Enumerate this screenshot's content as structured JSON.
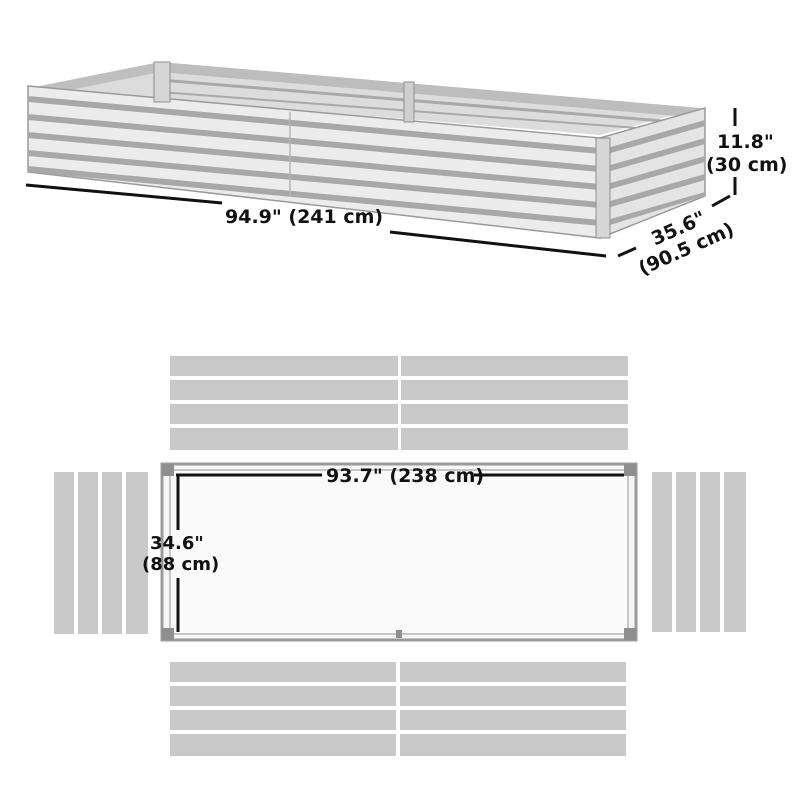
{
  "dimensions": {
    "length": {
      "line1": "94.9\" (241 cm)"
    },
    "height": {
      "line1": "11.8\"",
      "line2": "(30 cm)"
    },
    "width": {
      "line1": "35.6\"",
      "line2": "(90.5 cm)"
    },
    "inner_length": {
      "line1": "93.7\" (238 cm)"
    },
    "inner_width": {
      "line1": "34.6\"",
      "line2": "(88 cm)"
    }
  },
  "colors": {
    "dimension_line": "#111111",
    "panel_fill": "#c9c9c9",
    "panel_light": "#efefef",
    "panel_dark": "#9a9a9a",
    "frame_fill": "#f6f6f6"
  }
}
